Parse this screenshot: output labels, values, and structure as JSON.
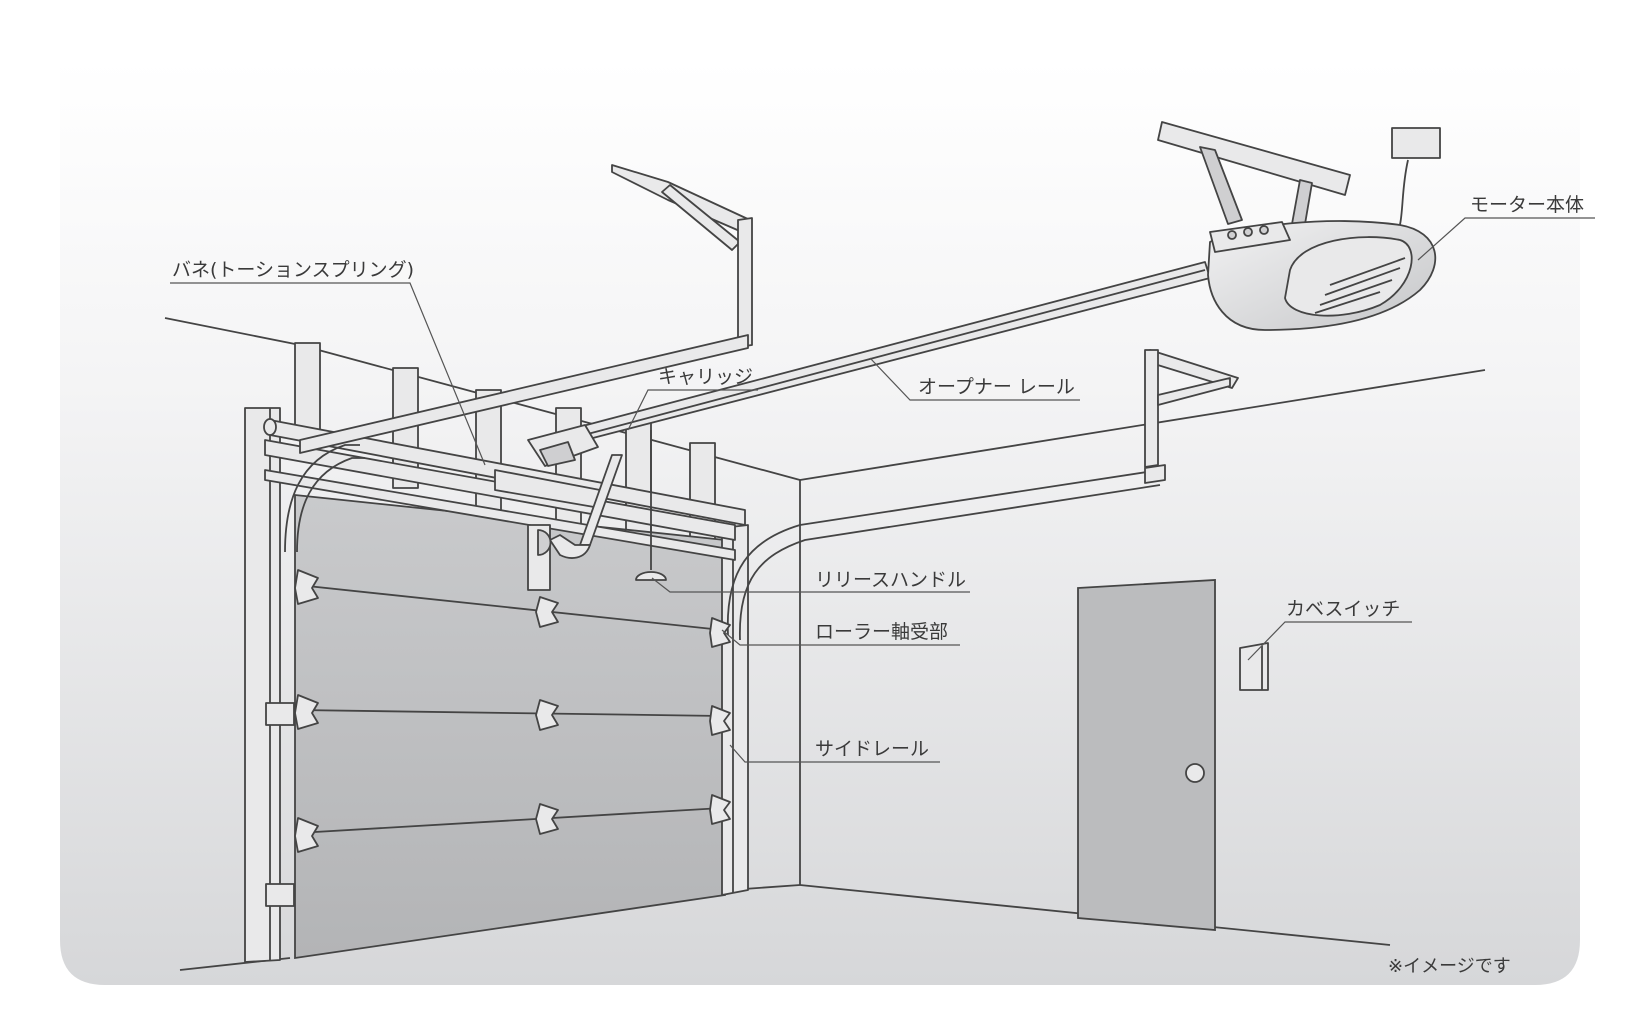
{
  "labels": {
    "spring": "バネ(トーションスプリング)",
    "carriage": "キャリッジ",
    "opener_rail": "オープナー レール",
    "motor": "モーター本体",
    "release_handle": "リリースハンドル",
    "roller": "ローラー軸受部",
    "side_rail": "サイドレール",
    "wall_switch": "カベスイッチ"
  },
  "note": "※イメージです",
  "colors": {
    "background_gradient_top": "#ffffff",
    "background_gradient_bottom": "#d6d7d9",
    "door_panel": "#bdbec0",
    "line": "#444444"
  }
}
